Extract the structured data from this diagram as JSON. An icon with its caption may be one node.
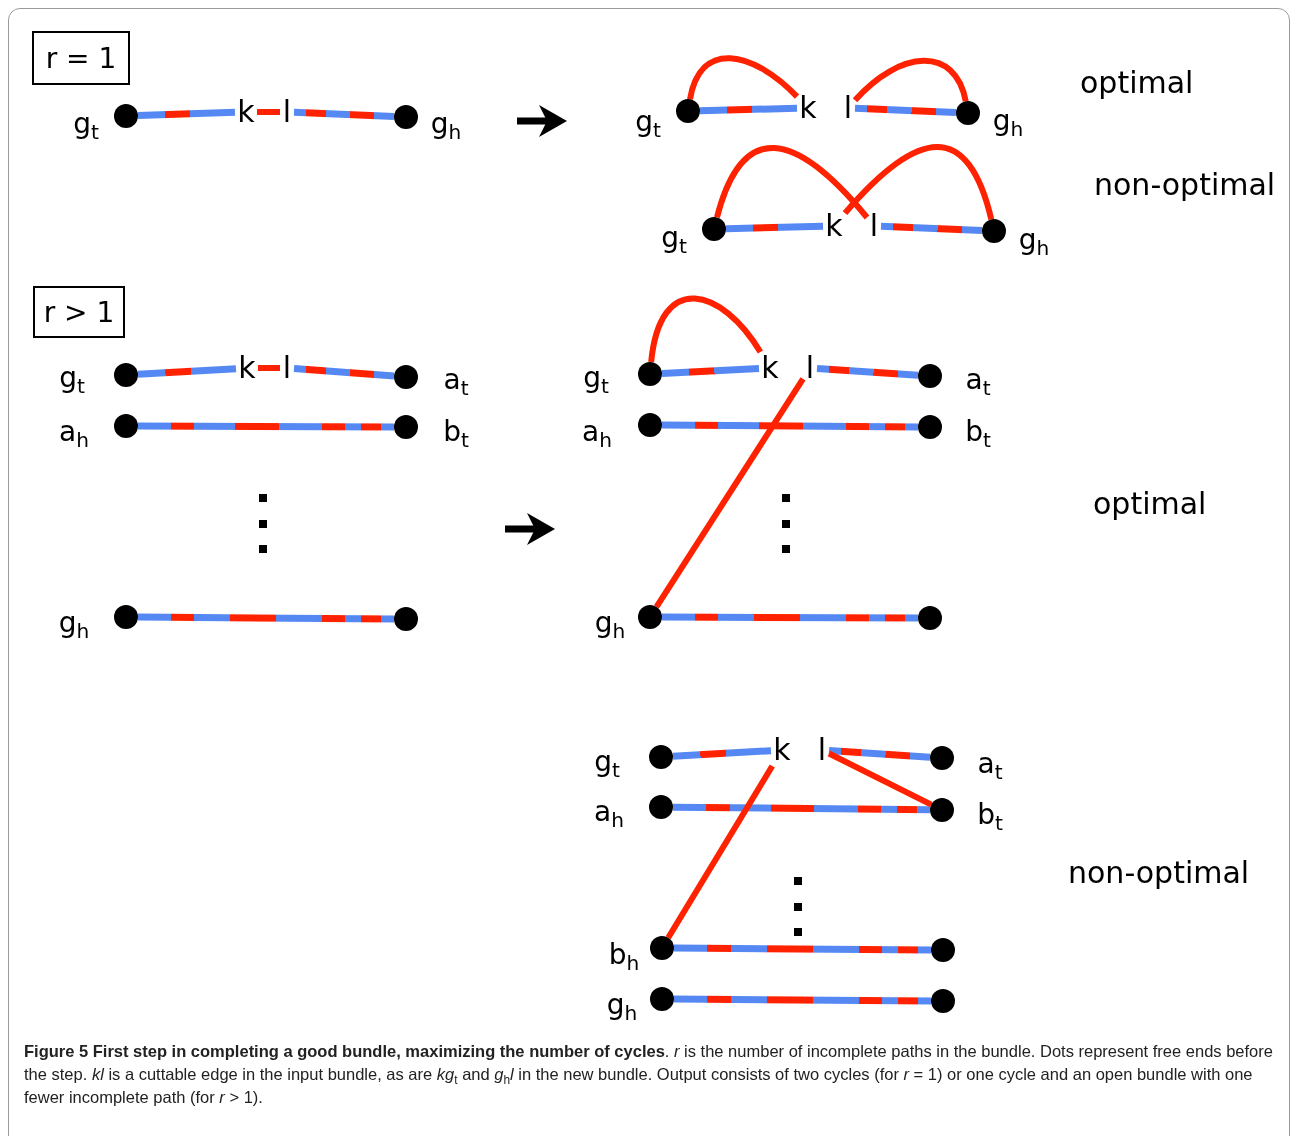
{
  "diagram": {
    "caption": "**Figure 5 First step in completing a good bundle, maximizing the number of cycles**. *r* is the number of incomplete paths in the bundle. Dots represent free ends before the step. *kl* is a cuttable edge in the input bundle, as are *kg*$_{t}$ and *g*$_{h}$*l* in the new bundle. Output consists of two cycles (for *r* = 1) or one cycle and an open bundle with one fewer incomplete path (for *r* > 1).",
    "nodes": [
      {
        "text": [
          "r = 1"
        ]
      },
      {
        "text": [],
        "shape": "circle",
        "beside": [
          "g$_{t}$"
        ]
      },
      {
        "text": [
          "k"
        ]
      },
      {
        "text": [
          "l"
        ]
      },
      {
        "text": [],
        "shape": "circle",
        "beside": [
          "g$_{h}$"
        ]
      },
      {
        "text": [],
        "shape": "circle",
        "beside": [
          "g$_{t}$"
        ]
      },
      {
        "text": [
          "k"
        ]
      },
      {
        "text": [
          "l"
        ]
      },
      {
        "text": [],
        "shape": "circle",
        "beside": [
          "g$_{h}$"
        ]
      },
      {
        "text": [],
        "shape": "circle",
        "beside": [
          "g$_{t}$"
        ]
      },
      {
        "text": [
          "k"
        ]
      },
      {
        "text": [
          "l"
        ]
      },
      {
        "text": [],
        "shape": "circle",
        "beside": [
          "g$_{h}$"
        ]
      },
      {
        "text": [
          "r > 1"
        ]
      },
      {
        "text": [],
        "shape": "circle",
        "beside": [
          "g$_{t}$"
        ]
      },
      {
        "text": [
          "k"
        ]
      },
      {
        "text": [
          "l"
        ]
      },
      {
        "text": [],
        "shape": "circle",
        "beside": [
          "a$_{t}$"
        ]
      },
      {
        "text": [],
        "shape": "circle",
        "beside": [
          "a$_{h}$"
        ]
      },
      {
        "text": [],
        "shape": "circle",
        "beside": [
          "b$_{t}$"
        ]
      },
      {
        "text": [],
        "shape": "circle",
        "beside": [
          "g$_{h}$"
        ]
      },
      {
        "text": [],
        "shape": "circle"
      },
      {
        "text": [],
        "shape": "circle",
        "beside": [
          "g$_{t}$"
        ]
      },
      {
        "text": [
          "k"
        ]
      },
      {
        "text": [
          "l"
        ]
      },
      {
        "text": [],
        "shape": "circle",
        "beside": [
          "a$_{t}$"
        ]
      },
      {
        "text": [],
        "shape": "circle",
        "beside": [
          "a$_{h}$"
        ]
      },
      {
        "text": [],
        "shape": "circle",
        "beside": [
          "b$_{t}$"
        ]
      },
      {
        "text": [],
        "shape": "circle",
        "beside": [
          "g$_{h}$"
        ]
      },
      {
        "text": [],
        "shape": "circle"
      },
      {
        "text": [],
        "shape": "circle",
        "beside": [
          "g$_{t}$"
        ]
      },
      {
        "text": [
          "k"
        ]
      },
      {
        "text": [
          "l"
        ]
      },
      {
        "text": [],
        "shape": "circle",
        "beside": [
          "a$_{t}$"
        ]
      },
      {
        "text": [],
        "shape": "circle",
        "beside": [
          "a$_{h}$"
        ]
      },
      {
        "text": [],
        "shape": "circle",
        "beside": [
          "b$_{t}$"
        ]
      },
      {
        "text": [],
        "shape": "circle",
        "beside": [
          "b$_{h}$"
        ]
      },
      {
        "text": [],
        "shape": "circle"
      },
      {
        "text": [],
        "shape": "circle",
        "beside": [
          "g$_{h}$"
        ]
      },
      {
        "text": [],
        "shape": "circle"
      }
    ],
    "edges": [
      {
        "from": 1,
        "to": 2,
        "arrow": "none"
      },
      {
        "from": 2,
        "to": 3,
        "arrow": "none",
        "color": "#ff2200"
      },
      {
        "from": 3,
        "to": 4,
        "arrow": "none"
      },
      {
        "from": 5,
        "to": 6,
        "arrow": "none"
      },
      {
        "from": 7,
        "to": 8,
        "arrow": "none"
      },
      {
        "from": 5,
        "to": 6,
        "arrow": "none",
        "color": "#ff2200"
      },
      {
        "from": 7,
        "to": 8,
        "arrow": "none",
        "color": "#ff2200"
      },
      {
        "from": 9,
        "to": 10,
        "arrow": "none"
      },
      {
        "from": 11,
        "to": 12,
        "arrow": "none"
      },
      {
        "from": 9,
        "to": 11,
        "arrow": "none",
        "color": "#ff2200"
      },
      {
        "from": 12,
        "to": 10,
        "arrow": "none",
        "color": "#ff2200"
      },
      {
        "from": 14,
        "to": 15,
        "arrow": "none"
      },
      {
        "from": 15,
        "to": 16,
        "arrow": "none",
        "color": "#ff2200"
      },
      {
        "from": 16,
        "to": 17,
        "arrow": "none"
      },
      {
        "from": 18,
        "to": 19,
        "arrow": "none"
      },
      {
        "from": 20,
        "to": 21,
        "arrow": "none"
      },
      {
        "from": 22,
        "to": 23,
        "arrow": "none"
      },
      {
        "from": 24,
        "to": 25,
        "arrow": "none"
      },
      {
        "from": 26,
        "to": 27,
        "arrow": "none"
      },
      {
        "from": 28,
        "to": 29,
        "arrow": "none"
      },
      {
        "from": 22,
        "to": 23,
        "arrow": "none",
        "color": "#ff2200"
      },
      {
        "from": 24,
        "to": 28,
        "arrow": "none",
        "color": "#ff2200"
      },
      {
        "from": 30,
        "to": 31,
        "arrow": "none"
      },
      {
        "from": 32,
        "to": 33,
        "arrow": "none"
      },
      {
        "from": 34,
        "to": 35,
        "arrow": "none"
      },
      {
        "from": 36,
        "to": 37,
        "arrow": "none"
      },
      {
        "from": 38,
        "to": 39,
        "arrow": "none"
      },
      {
        "from": 31,
        "to": 36,
        "arrow": "none",
        "color": "#ff2200"
      },
      {
        "from": 32,
        "to": 35,
        "arrow": "none",
        "color": "#ff2200"
      }
    ],
    "labels": [
      "optimal",
      "non-optimal",
      "optimal",
      "non-optimal"
    ]
  }
}
